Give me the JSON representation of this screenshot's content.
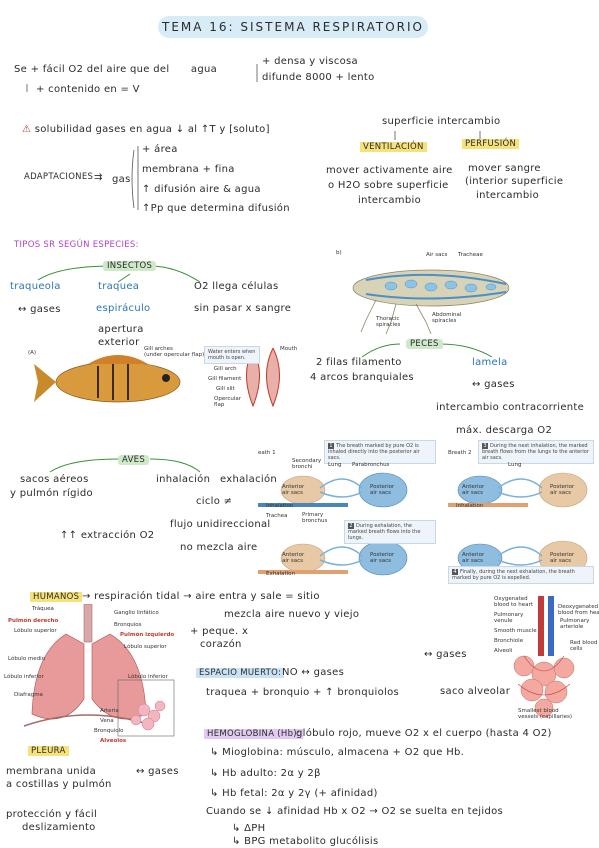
{
  "title": "TEMA 16: SISTEMA RESPIRATORIO",
  "intro": {
    "line1": "Se + fácil O2 del aire que del",
    "agua": "agua",
    "densa": "+ densa y viscosa",
    "difunde": "difunde 8000 + lento",
    "contenido": "+ contenido en = V"
  },
  "solubilidad": {
    "warning": "⚠",
    "text": "solubilidad gases en agua ↓ al ↑T y [soluto]"
  },
  "adaptaciones": {
    "label": "ADAPTACIONES",
    "arrow": "⇉",
    "gas": "gas",
    "items": [
      "+ área",
      "membrana + fina",
      "↑ difusión aire & agua",
      "↑Pp que determina difusión"
    ]
  },
  "superficie": {
    "title": "superficie intercambio",
    "ventilacion": "VENTILACIÓN",
    "perfusion": "PERFUSIÓN",
    "vent_text": [
      "mover activamente aire",
      "o H2O sobre superficie",
      "intercambio"
    ],
    "perf_text": [
      "mover sangre",
      "(interior superficie",
      "intercambio"
    ]
  },
  "tipos": "TIPOS SR SEGÚN ESPECIES:",
  "insectos": {
    "label": "INSECTOS",
    "traqueola": "traqueola",
    "gases": "↔ gases",
    "traquea": "traquea",
    "espiraculo": "espiráculo",
    "apertura": [
      "apertura",
      "exterior"
    ],
    "o2": "O2 llega células",
    "sinpasar": "sin pasar x sangre"
  },
  "insect_figure": {
    "tag": "b)",
    "air_sacs": "Air sacs",
    "tracheae": "Tracheae",
    "thoracic": "Thoracic\nspiracles",
    "abdominal": "Abdominal\nspiracles"
  },
  "fish_figure": {
    "tag": "(A)",
    "gill_arches": "Gill arches\n(under opercular flap)",
    "water": "Water enters when\nmouth is open.",
    "mouth": "Mouth",
    "gill_arch": "Gill arch",
    "gill_filament": "Gill filament",
    "gill_slit": "Gill slit",
    "opercular": "Opercular\nflap"
  },
  "peces": {
    "label": "PECES",
    "filas": "2 filas filamento",
    "arcos": "4 arcos branquiales",
    "lamela": "lamela",
    "gases": "↔ gases",
    "contracorriente": "intercambio contracorriente",
    "descarga": "máx. descarga O2"
  },
  "aves": {
    "label": "AVES",
    "sacos": "sacos aéreos",
    "pulmon": "y pulmón rígido",
    "inhalacion": "inhalación",
    "exhalacion": "exhalación",
    "ciclo": "ciclo ≠",
    "flujo": "flujo unidireccional",
    "nomezcla": "no mezcla aire",
    "extraccion": "↑↑ extracción O2"
  },
  "bird_figure": {
    "breath1": "eath 1",
    "breath2": "Breath 2",
    "cap1": "The breath marked by pure O2 is inhaled directly into the posterior air sacs.",
    "cap2": "During exhalation, the marked breath flows into the lungs.",
    "cap3": "During the next inhalation, the marked breath flows from the lungs to the anterior air sacs.",
    "cap4": "Finally, during the next exhalation, the breath marked by pure O2 is expelled.",
    "secondary": "Secondary\nbronchi",
    "lung": "Lung",
    "parabronchus": "Parabronchus",
    "anterior": "Anterior\nair sacs",
    "posterior": "Posterior\nair sacs",
    "inhalation": "Inhalation",
    "trachea": "Trachea",
    "primary": "Primary\nbronchus",
    "exhalation": "Exhalation"
  },
  "humanos": {
    "label": "HUMANOS",
    "tidal": "→ respiración tidal → aire entra y sale = sitio",
    "mezcla": "mezcla aire nuevo y viejo",
    "peque": "+ peque. x",
    "corazon": "corazón",
    "espacio": "ESPACIO MUERTO:",
    "no": "NO ↔ gases",
    "traquea": "traquea + bronquio + ↑ bronquiolos",
    "gases": "↔ gases",
    "saco": "saco alveolar",
    "pleura": "PLEURA",
    "gases2": "↔ gases",
    "membrana": [
      "membrana unida",
      "a costillas y pulmón"
    ],
    "proteccion": [
      "protección y fácil",
      "deslizamiento"
    ]
  },
  "lungs_figure": {
    "traquea": "Tráquea",
    "ganglio": "Ganglio linfático",
    "pulmon_derecho": "Pulmón derecho",
    "bronquios": "Bronquios",
    "pulmon_izquierdo": "Pulmón izquierdo",
    "lobulo_superior_l": "Lóbulo superior",
    "lobulo_superior_r": "Lóbulo superior",
    "lobulo_medio": "Lóbulo medio",
    "lobulo_inferior_l": "Lóbulo inferior",
    "lobulo_inferior_r": "Lóbulo inferior",
    "diafragma": "Diafragma",
    "arteria": "Arteria",
    "vena": "Vena",
    "bronquiolo": "Bronquiolo",
    "alveolos": "Alveolos"
  },
  "alveoli_figure": {
    "oxygenated": "Oxygenated\nblood to heart",
    "deoxygenated": "Deoxygenated\nblood from heart",
    "venule": "Pulmonary\nvenule",
    "arteriole": "Pulmonary\narteriole",
    "muscle": "Smooth muscle",
    "bronchiole": "Bronchiole",
    "alveoli": "Alveoli",
    "rbc": "Red blood\ncells",
    "capillaries": "Smallest blood\nvessels (capillaries)"
  },
  "hemoglobina": {
    "label": "HEMOGLOBINA (Hb):",
    "text": "glóbulo rojo, mueve O2 x el cuerpo (hasta 4 O2)",
    "mioglobina": "↳ Mioglobina: músculo, almacena + O2 que Hb.",
    "adulto": "↳ Hb adulto: 2α y 2β",
    "fetal": "↳ Hb fetal: 2α y 2γ (+ afinidad)",
    "cuando": "Cuando se ↓ afinidad Hb x O2 → O2 se suelta en tejidos",
    "ph": "↳ ΔPH",
    "bpg": "↳ BPG metabolito glucólisis"
  }
}
